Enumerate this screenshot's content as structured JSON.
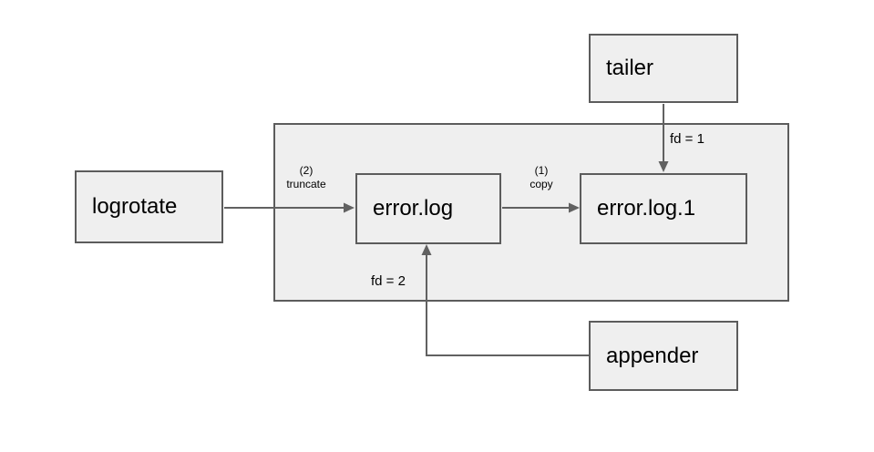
{
  "diagram": {
    "nodes": [
      {
        "id": "logrotate",
        "label": "logrotate"
      },
      {
        "id": "error-log",
        "label": "error.log"
      },
      {
        "id": "error-log-1",
        "label": "error.log.1"
      },
      {
        "id": "tailer",
        "label": "tailer"
      },
      {
        "id": "appender",
        "label": "appender"
      }
    ],
    "edges": [
      {
        "from": "logrotate",
        "to": "error-log",
        "step": "(2)",
        "action": "truncate"
      },
      {
        "from": "error-log",
        "to": "error-log-1",
        "step": "(1)",
        "action": "copy"
      },
      {
        "from": "tailer",
        "to": "error-log-1",
        "label": "fd = 1"
      },
      {
        "from": "appender",
        "to": "error-log",
        "label": "fd = 2"
      }
    ],
    "colors": {
      "background": "#ffffff",
      "node_fill": "#efefef",
      "node_border": "#5c5c5c",
      "arrow": "#616161",
      "text": "#000000"
    }
  }
}
